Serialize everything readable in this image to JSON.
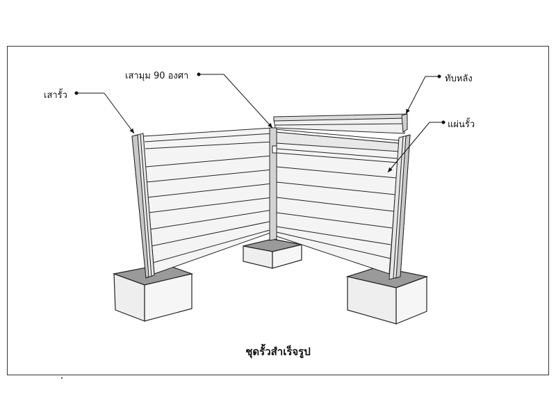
{
  "labels": {
    "post": "เสารั้ว",
    "corner_post": "เสามุม 90 องศา",
    "back_cap": "ทับหลัง",
    "panel": "แผ่นรั้ว"
  },
  "caption": "ชุดรั้วสำเร็จรูป"
}
